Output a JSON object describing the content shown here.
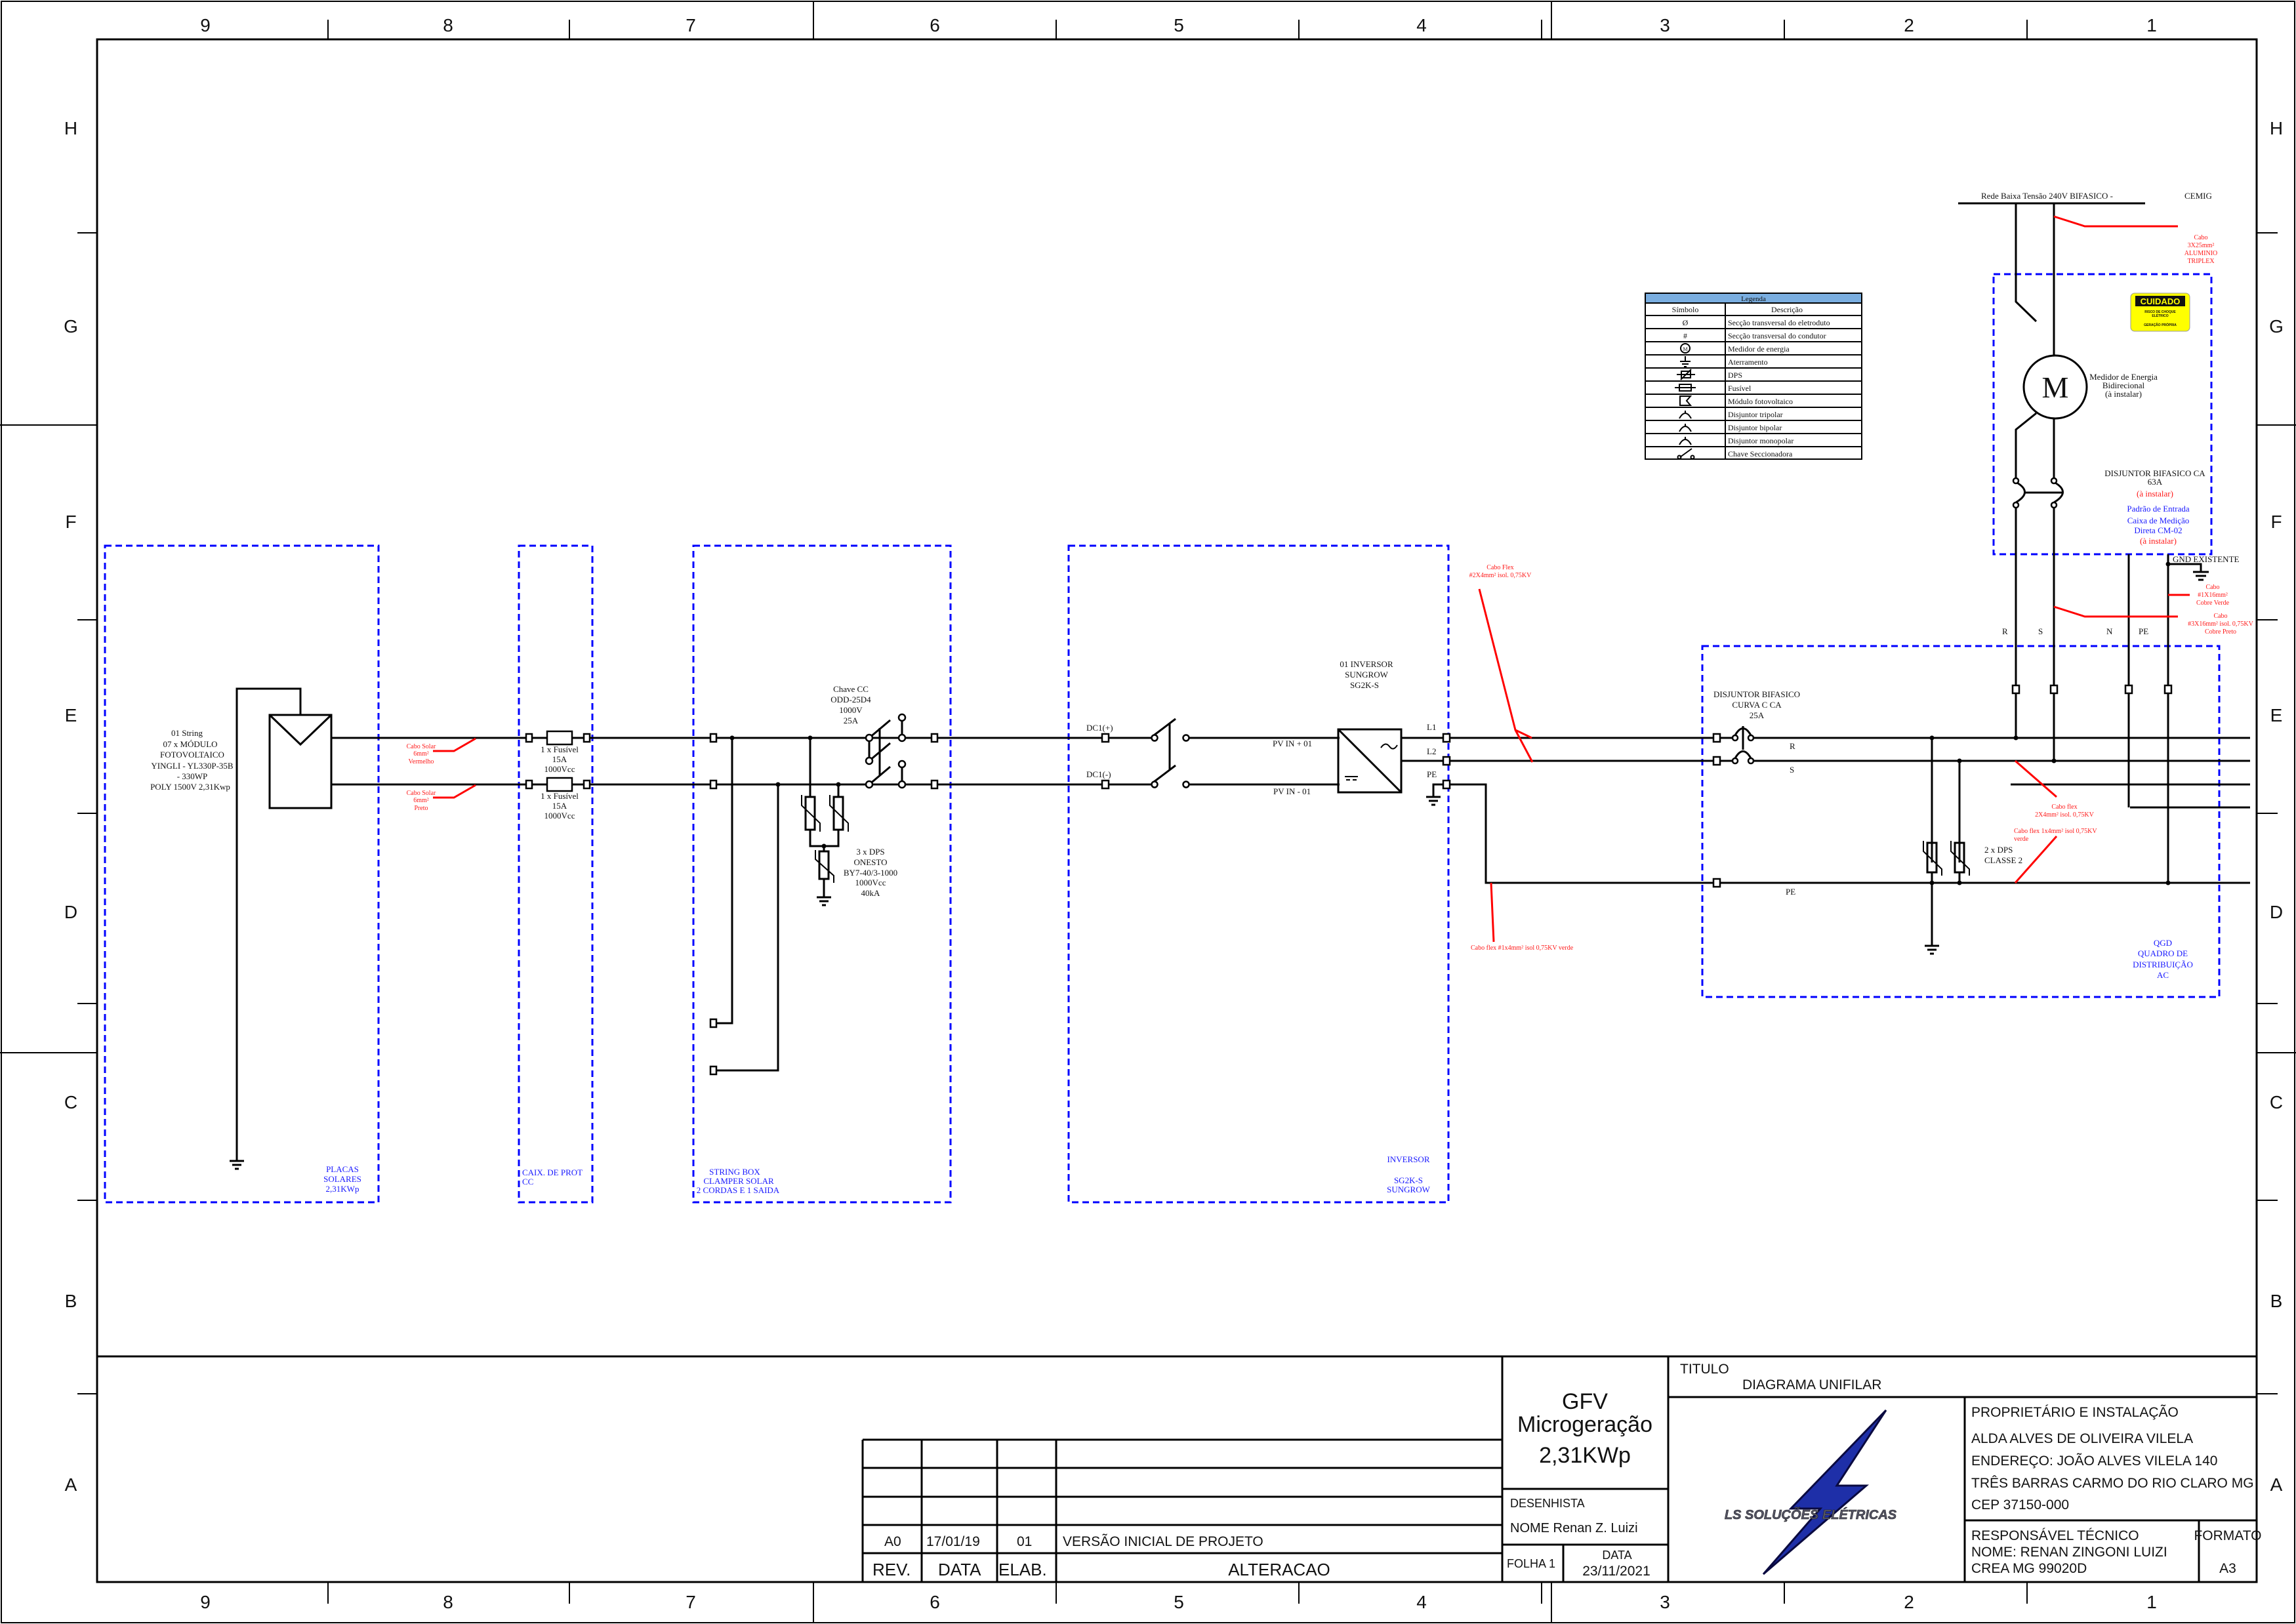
{
  "frame": {
    "columns": [
      "9",
      "8",
      "7",
      "6",
      "5",
      "4",
      "3",
      "2",
      "1"
    ],
    "rows": [
      "H",
      "G",
      "F",
      "E",
      "D",
      "C",
      "B",
      "A"
    ]
  },
  "legend": {
    "title": "Legenda",
    "col_symbol": "Símbolo",
    "col_description": "Descrição",
    "rows": [
      {
        "symbol": "Ø",
        "description": "Secção transversal do eletroduto"
      },
      {
        "symbol": "#",
        "description": "Secção transversal do condutor"
      },
      {
        "symbol": "M",
        "description": "Medidor de energia"
      },
      {
        "symbol": "ground-icon",
        "description": "Aterramento"
      },
      {
        "symbol": "dps-icon",
        "description": "DPS"
      },
      {
        "symbol": "fuse-icon",
        "description": "Fusível"
      },
      {
        "symbol": "pv-module-icon",
        "description": "Módulo fotovoltaico"
      },
      {
        "symbol": "breaker-icon",
        "description": "Disjuntor tripolar"
      },
      {
        "symbol": "breaker-icon",
        "description": "Disjuntor bipolar"
      },
      {
        "symbol": "breaker-icon",
        "description": "Disjuntor monopolar"
      },
      {
        "symbol": "switch-icon",
        "description": "Chave Seccionadora"
      }
    ],
    "header_color": "#7aaee0"
  },
  "pv": {
    "desc": [
      "01 String",
      "07 x MÓDULO",
      "FOTOVOLTAICO",
      "YINGLI - YL330P-35B",
      "- 330WP",
      "POLY 1500V 2,31Kwp"
    ],
    "cable_pos": [
      "Cabo Solar",
      "6mm²",
      "Vermelho"
    ],
    "cable_neg": [
      "Cabo Solar",
      "6mm²",
      "Preto"
    ],
    "box_label": [
      "PLACAS",
      "SOLARES",
      "2,31KWp"
    ]
  },
  "caix": {
    "fuse": [
      "1 x Fusível",
      "15A",
      "1000Vcc"
    ],
    "box_label": [
      "CAIX. DE PROT",
      "CC"
    ]
  },
  "stringbox": {
    "switch": [
      "Chave CC",
      "ODD-25D4",
      "1000V",
      "25A"
    ],
    "dps": [
      "3 x DPS",
      "ONESTO",
      "BY7-40/3-1000",
      "1000Vcc",
      "40kA"
    ],
    "box_label": [
      "STRING BOX",
      "CLAMPER SOLAR",
      "2 CORDAS E 1 SAIDA"
    ]
  },
  "inverter": {
    "title": [
      "01 INVERSOR",
      "SUNGROW",
      "SG2K-S"
    ],
    "dc_pos": "DC1(+)",
    "dc_neg": "DC1(-)",
    "pv_pos": "PV IN + 01",
    "pv_neg": "PV IN - 01",
    "l1": "L1",
    "l2": "L2",
    "pe": "PE",
    "cable_ac": [
      "Cabo Flex",
      "#2X4mm² isol. 0,75KV"
    ],
    "cable_pe": "Cabo flex #1x4mm² isol 0,75KV  verde",
    "box_label": [
      "INVERSOR",
      "SG2K-S",
      "SUNGROW"
    ]
  },
  "qgd": {
    "breaker": [
      "DISJUNTOR BIFASICO",
      "CURVA C CA",
      "25A"
    ],
    "r": "R",
    "s": "S",
    "pe": "PE",
    "dps": [
      "2 x DPS",
      "CLASSE 2"
    ],
    "cable_rs": [
      "Cabo flex",
      "2X4mm² isol. 0,75KV"
    ],
    "cable_pe": [
      "Cabo flex 1x4mm² isol 0,75KV",
      "verde"
    ],
    "box_label": [
      "QGD",
      "QUADRO DE",
      "DISTRIBUIÇÃO",
      "AC"
    ]
  },
  "grid": {
    "network": "Rede Baixa Tensão 240V BIFASICO -",
    "utility": "CEMIG",
    "cable_in": [
      "Cabo",
      "3X25mm²",
      "ALUMINIO",
      "TRIPLEX"
    ],
    "warning": [
      "CUIDADO",
      "RISCO DE CHOQUE",
      "ELÉTRICO",
      "GERAÇÃO PRÓPRIA"
    ],
    "meter_symbol": "M",
    "meter": [
      "Medidor de Energia",
      "Bidirecional",
      "(à instalar)"
    ],
    "breaker": [
      "DISJUNTOR BIFASICO CA",
      "63A"
    ],
    "to_install": "(à instalar)",
    "entry": [
      "Padrão de Entrada",
      "Caixa de Medição",
      "Direta CM-02",
      "(à instalar)"
    ],
    "gnd": "GND EXISTENTE",
    "cable_gnd": [
      "Cabo",
      "#1X16mm²",
      "Cobre Verde"
    ],
    "cable_out": [
      "Cabo",
      "#3X16mm² isol. 0,75KV",
      "Cobre Preto"
    ],
    "phases": [
      "R",
      "S",
      "N",
      "PE"
    ]
  },
  "titleblock": {
    "rev_rows": [
      {
        "rev": "",
        "date": "",
        "elab": "",
        "change": ""
      },
      {
        "rev": "",
        "date": "",
        "elab": "",
        "change": ""
      },
      {
        "rev": "",
        "date": "",
        "elab": "",
        "change": ""
      },
      {
        "rev": "A0",
        "date": "17/01/19",
        "elab": "01",
        "change": "VERSÃO INICIAL DE PROJETO"
      }
    ],
    "hdr_rev": "REV.",
    "hdr_date": "DATA",
    "hdr_elab": "ELAB.",
    "hdr_change": "ALTERACAO",
    "project": [
      "GFV",
      "Microgeração",
      "2,31KWp"
    ],
    "drafter_label": "DESENHISTA",
    "drafter_name": "NOME Renan Z. Luizi",
    "sheet": "FOLHA  1",
    "date_label": "DATA",
    "date": "23/11/2021",
    "title_label": "TITULO",
    "title": "DIAGRAMA UNIFILAR",
    "logo_text": "LS SOLUÇÕES ELÉTRICAS",
    "owner": [
      "PROPRIETÁRIO E INSTALAÇÃO",
      "ALDA ALVES DE OLIVEIRA VILELA",
      "ENDEREÇO: JOÃO ALVES VILELA 140",
      "TRÊS BARRAS CARMO DO RIO CLARO MG",
      "CEP 37150-000"
    ],
    "tech": [
      "RESPONSÁVEL TÉCNICO",
      "NOME: RENAN ZINGONI LUIZI",
      "CREA    MG 99020D"
    ],
    "format_label": "FORMATO",
    "format": "A3"
  }
}
